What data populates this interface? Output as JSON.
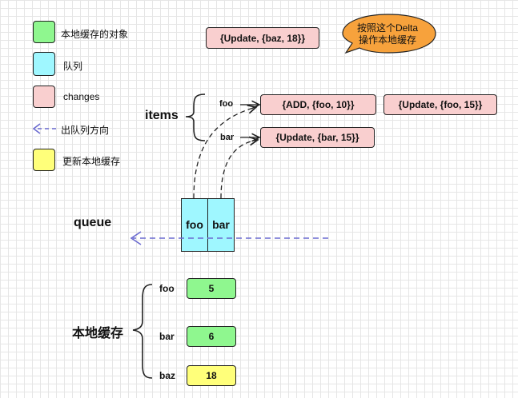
{
  "legend": {
    "local_cache_object": "本地缓存的对象",
    "queue": "队列",
    "changes": "changes",
    "dequeue_direction": "出队列方向",
    "update_local_cache": "更新本地缓存"
  },
  "colors": {
    "green": "#8ff78f",
    "cyan": "#9ff7ff",
    "pink": "#f9cfcf",
    "yellow": "#ffff7a",
    "orange": "#f7a23c",
    "arrow": "#6a6ad0"
  },
  "callout": {
    "line1": "按照这个Delta",
    "line2": "操作本地缓存"
  },
  "top_change": "{Update, {baz, 18}}",
  "items": {
    "label": "items",
    "foo_key": "foo",
    "bar_key": "bar",
    "foo_changes": [
      "{ADD, {foo, 10}}",
      "{Update, {foo, 15}}"
    ],
    "bar_changes": [
      "{Update, {bar, 15}}"
    ]
  },
  "queue": {
    "label": "queue",
    "cells": [
      "foo",
      "bar"
    ]
  },
  "cache": {
    "label": "本地缓存",
    "rows": [
      {
        "key": "foo",
        "value": "5"
      },
      {
        "key": "bar",
        "value": "6"
      },
      {
        "key": "baz",
        "value": "18"
      }
    ]
  }
}
